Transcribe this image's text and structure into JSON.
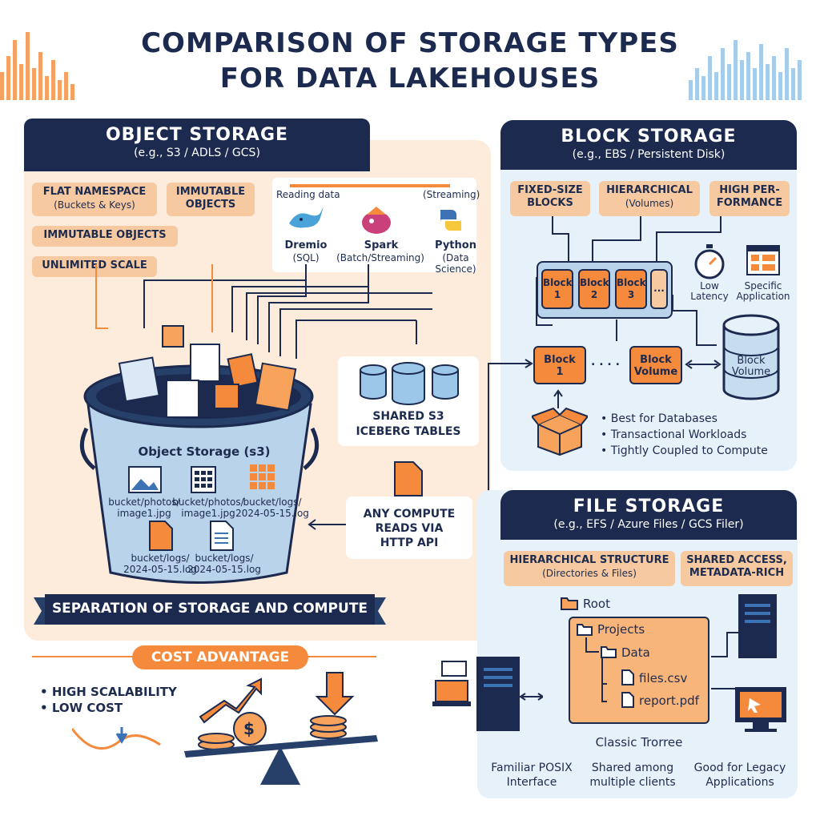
{
  "title": [
    "COMPARISON OF STORAGE TYPES",
    "FOR DATA LAKEHOUSES"
  ],
  "colors": {
    "navy": "#1b2a4e",
    "orange": "#f58a3c",
    "peach": "#fdebdc",
    "light_blue": "#e7f1fa"
  },
  "object_storage": {
    "title": "OBJECT STORAGE",
    "subtitle": "(e.g., S3 / ADLS / GCS)",
    "features": [
      {
        "label": "FLAT NAMESPACE",
        "sub": "(Buckets & Keys)"
      },
      {
        "label": "IMMUTABLE OBJECTS",
        "sub": ""
      },
      {
        "label": "IMMUTABLE OBJECTS",
        "sub": ""
      },
      {
        "label": "UNLIMITED SCALE",
        "sub": ""
      }
    ],
    "reading_label": "Reading data",
    "streaming_label": "(Streaming)",
    "engines": [
      {
        "name": "Dremio",
        "sub": "(SQL)",
        "icon": "narwhal-icon"
      },
      {
        "name": "Spark",
        "sub": "(Batch/Streaming)",
        "icon": "spark-icon"
      },
      {
        "name": "Python",
        "sub": "(Data Science)",
        "icon": "python-icon"
      }
    ],
    "bucket_label": "Object Storage (s3)",
    "bucket_files": [
      {
        "path": "bucket/photos/",
        "name": "image1.jpg",
        "icon": "image-file-icon"
      },
      {
        "path": "bucket/photos/",
        "name": "image1.jpg",
        "icon": "grid-file-icon"
      },
      {
        "path": "bucket/logs/",
        "name": "2024-05-15.log",
        "icon": "log-grid-icon"
      },
      {
        "path": "bucket/logs/",
        "name": "2024-05-15.log",
        "icon": "orange-doc-icon"
      },
      {
        "path": "bucket/logs/",
        "name": "2024-05-15.log",
        "icon": "blue-doc-icon"
      }
    ],
    "shared_tables": [
      "SHARED S3",
      "ICEBERG TABLES"
    ],
    "any_compute": [
      "ANY COMPUTE",
      "READS VIA",
      "HTTP API"
    ],
    "separation": "SEPARATION OF STORAGE AND COMPUTE",
    "cost_title": "COST ADVANTAGE",
    "cost_bullets": [
      "HIGH SCALABILITY",
      "LOW COST"
    ]
  },
  "block_storage": {
    "title": "BLOCK STORAGE",
    "subtitle": "(e.g., EBS / Persistent Disk)",
    "features": [
      {
        "lines": [
          "FIXED-SIZE",
          "BLOCKS"
        ],
        "sub": ""
      },
      {
        "lines": [
          "HIERARCHICAL"
        ],
        "sub": "(Volumes)"
      },
      {
        "lines": [
          "HIGH PER-",
          "FORMANCE"
        ],
        "sub": ""
      }
    ],
    "blocks": [
      {
        "label": "Block",
        "num": "1"
      },
      {
        "label": "Block",
        "num": "2"
      },
      {
        "label": "Block",
        "num": "3"
      }
    ],
    "ellipsis": "...",
    "latency": [
      "Low",
      "Latency"
    ],
    "specific_app": [
      "Specific",
      "Application"
    ],
    "block_one": [
      "Block",
      "1"
    ],
    "dots": ". . . .",
    "block_volume": [
      "Block",
      "Volume"
    ],
    "volume_db": [
      "Block",
      "Volume"
    ],
    "bullets": [
      "Best for Databases",
      "Transactional Workloads",
      "Tightly Coupled to Compute"
    ]
  },
  "file_storage": {
    "title": "FILE STORAGE",
    "subtitle": "(e.g., EFS / Azure Files / GCS Filer)",
    "features": [
      {
        "label": "HIERARCHICAL STRUCTURE",
        "sub": "(Directories & Files)"
      },
      {
        "lines": [
          "SHARED ACCESS,",
          "METADATA-RICH"
        ]
      }
    ],
    "tree": {
      "root": "Root",
      "projects": "Projects",
      "data": "Data",
      "file1": "files.csv",
      "file2": "report.pdf"
    },
    "tree_caption": "Classic Trorree",
    "footer": [
      [
        "Familiar POSIX",
        "Interface"
      ],
      [
        "Shared among",
        "multiple clients"
      ],
      [
        "Good for Legacy",
        "Applications"
      ]
    ]
  }
}
